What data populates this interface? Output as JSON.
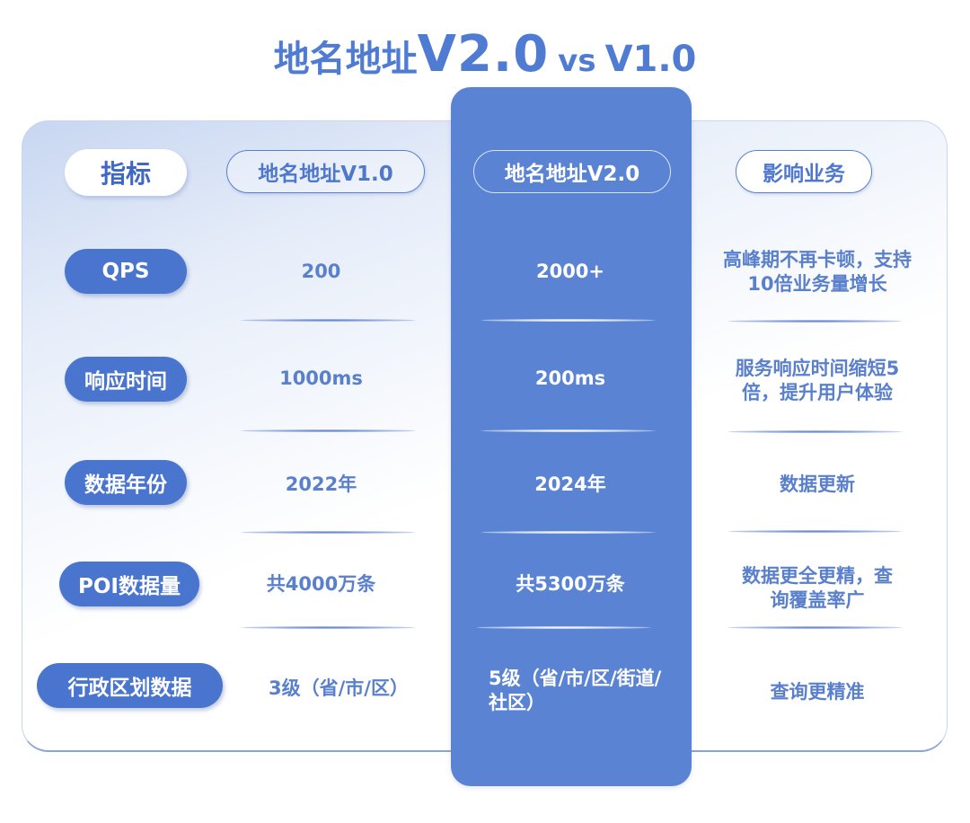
{
  "title": {
    "prefix": "地名地址",
    "highlight": "V2.0",
    "vs": "vs",
    "compare": "V1.0"
  },
  "headers": {
    "metric": "指标",
    "v1": "地名地址V1.0",
    "v2": "地名地址V2.0",
    "impact": "影响业务"
  },
  "rows": [
    {
      "metric": "QPS",
      "v1": "200",
      "v2": "2000+",
      "impact": "高峰期不再卡顿，支持10倍业务量增长"
    },
    {
      "metric": "响应时间",
      "v1": "1000ms",
      "v2": "200ms",
      "impact": "服务响应时间缩短5倍，提升用户体验"
    },
    {
      "metric": "数据年份",
      "v1": "2022年",
      "v2": "2024年",
      "impact": "数据更新"
    },
    {
      "metric": "POI数据量",
      "v1": "共4000万条",
      "v2": "共5300万条",
      "impact": "数据更全更精，查询覆盖率广"
    },
    {
      "metric": "行政区划数据",
      "v1": "3级（省/市/区）",
      "v2": "5级（省/市/区/街道/社区）",
      "impact": "查询更精准"
    }
  ],
  "colors": {
    "accent": "#5a84d3",
    "pill": "#4a75cf",
    "text_blue": "#5a80cc",
    "card_border": "#8aa4dc"
  }
}
